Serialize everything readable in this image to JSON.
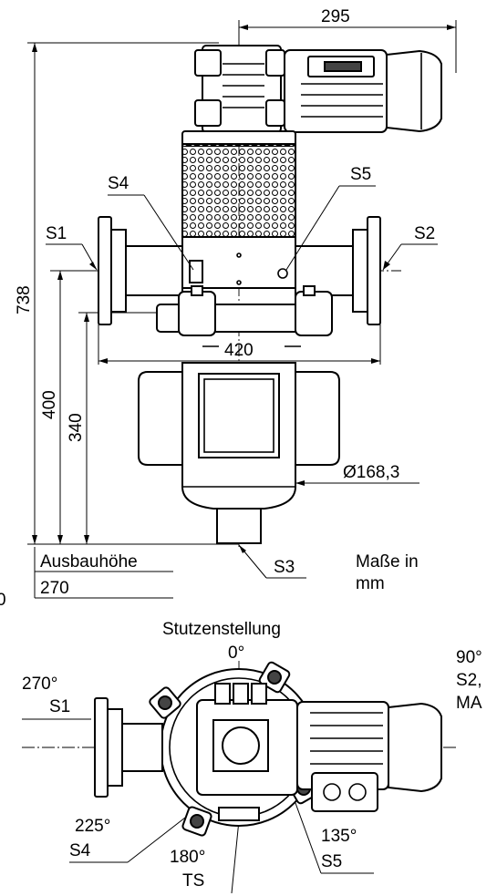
{
  "labels": {
    "dim_width": "295",
    "dim_height_total": "738",
    "dim_400": "400",
    "dim_340": "340",
    "dim_420": "420",
    "diameter": "Ø168,3",
    "s1": "S1",
    "s2": "S2",
    "s3": "S3",
    "s4": "S4",
    "s5": "S5",
    "removal_height_label": "Ausbauhöhe",
    "removal_height_value": "270",
    "units_line1": "Maße in",
    "units_line2": "mm",
    "edge_mark": "0"
  },
  "bottom_view": {
    "title": "Stutzenstellung",
    "deg_0": "0°",
    "deg_90": "90°",
    "s2_ma_line1": "S2,",
    "s2_ma_line2": "MA",
    "deg_270": "270°",
    "s1": "S1",
    "deg_225": "225°",
    "s4": "S4",
    "deg_180": "180°",
    "ts": "TS",
    "deg_135": "135°",
    "s5": "S5"
  }
}
